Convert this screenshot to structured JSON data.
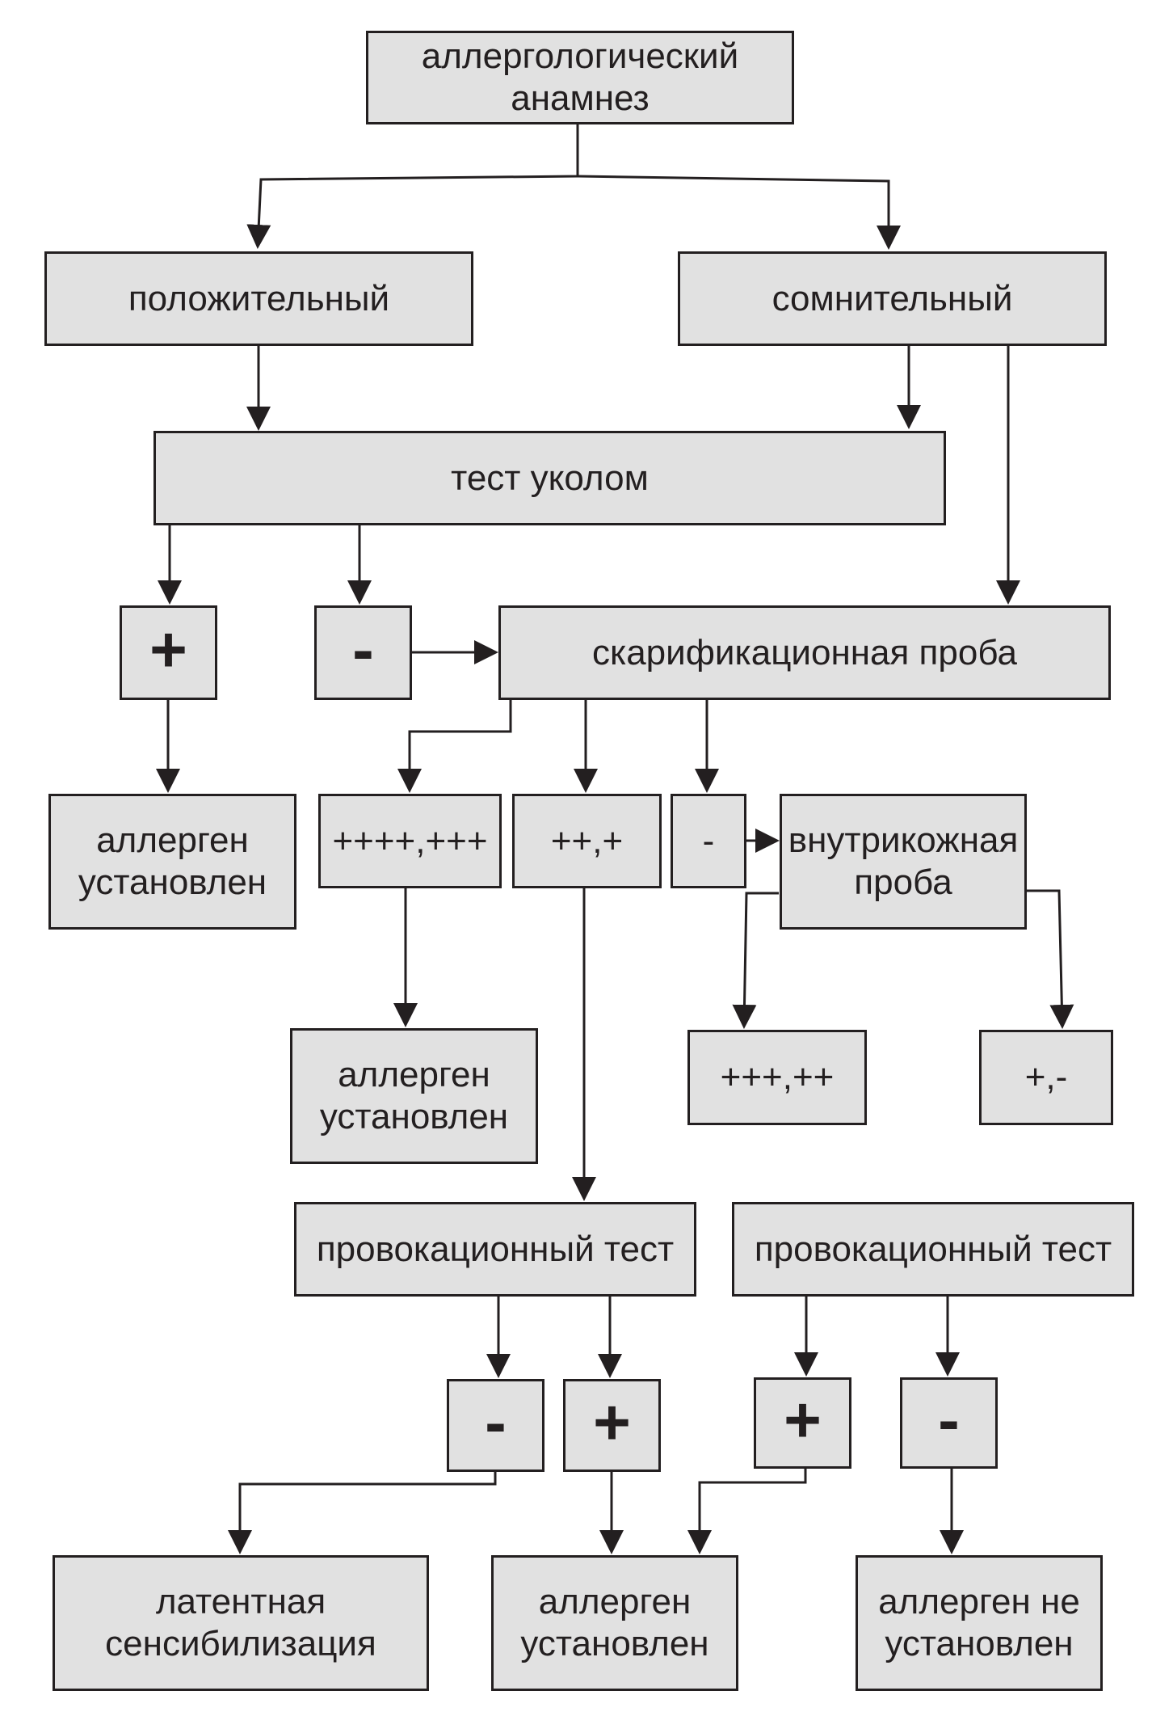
{
  "diagram": {
    "anamnesis": "аллергологический\nанамнез",
    "positive": "положительный",
    "doubtful": "сомнительный",
    "prick_test": "тест уколом",
    "prick_plus": "+",
    "prick_minus": "-",
    "scarification_test": "скарификационная проба",
    "result_established_1": "аллерген\nустановлен",
    "scar_strong": "++++,+++",
    "scar_weak": "++,+",
    "scar_minus": "-",
    "intradermal_test": "внутрикожная\nпроба",
    "result_established_2": "аллерген\nустановлен",
    "intra_strong": "+++,++",
    "intra_weak": "+,-",
    "provocation_test_1": "провокационный тест",
    "provocation_test_2": "провокационный тест",
    "prov1_minus": "-",
    "prov1_plus": "+",
    "prov2_plus": "+",
    "prov2_minus": "-",
    "latent_sensitization": "латентная\nсенсибилизация",
    "result_established_3": "аллерген\nустановлен",
    "result_not_established": "аллерген не\nустановлен"
  },
  "colors": {
    "box_fill": "#e1e1e1",
    "stroke": "#231f20"
  }
}
